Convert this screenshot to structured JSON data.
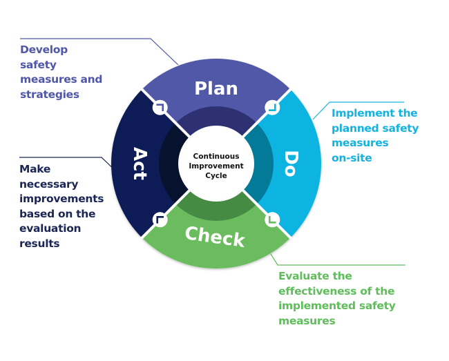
{
  "center": {
    "lines": [
      "Continuous",
      "Improvement",
      "Cycle"
    ]
  },
  "phases": [
    {
      "id": "plan",
      "label": "Plan",
      "color": "#5158a7",
      "inner_color": "#2d3171",
      "description": [
        "Develop",
        "safety",
        "measures and",
        "strategies"
      ],
      "description_color": "#4f57a6"
    },
    {
      "id": "do",
      "label": "Do",
      "color": "#0fb4e2",
      "inner_color": "#047a99",
      "description": [
        "Implement the",
        "planned safety",
        "measures",
        "on-site"
      ],
      "description_color": "#15b2e0"
    },
    {
      "id": "check",
      "label": "Check",
      "color": "#6abc5f",
      "inner_color": "#458b44",
      "description": [
        "Evaluate the",
        "effectiveness of the",
        "implemented safety",
        "measures"
      ],
      "description_color": "#5fbd5b"
    },
    {
      "id": "act",
      "label": "Act",
      "color": "#0e1f57",
      "inner_color": "#07122f",
      "description": [
        "Make",
        "necessary",
        "improvements",
        "based on the",
        "evaluation",
        "results"
      ],
      "description_color": "#1b2654"
    }
  ],
  "connectors": [
    {
      "between": "act-plan",
      "icon": "corner-arrow-icon",
      "icon_color": "#5158a7"
    },
    {
      "between": "plan-do",
      "icon": "corner-arrow-icon",
      "icon_color": "#0fb4e2"
    },
    {
      "between": "do-check",
      "icon": "corner-arrow-icon",
      "icon_color": "#6abc5f"
    },
    {
      "between": "check-act",
      "icon": "corner-arrow-icon",
      "icon_color": "#0e1f57"
    }
  ]
}
